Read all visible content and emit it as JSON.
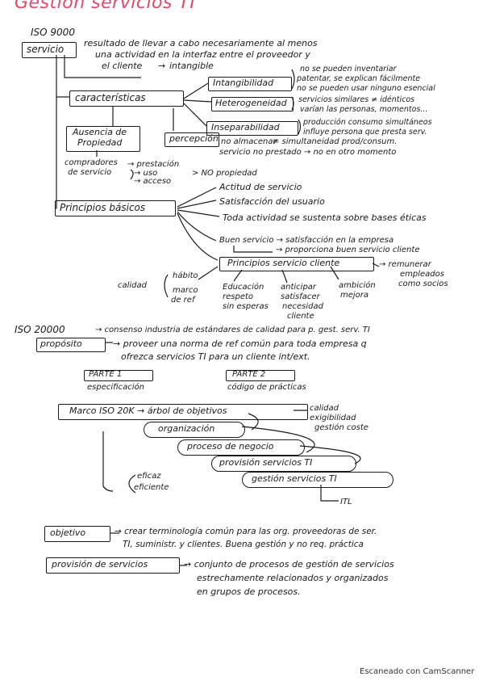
{
  "title": "Gestion servicios TI",
  "iso9000": {
    "heading": "ISO 9000",
    "servicio_label": "servicio",
    "def1": "resultado de llevar a cabo necesariamente al menos",
    "def2": "una actividad en la interfaz entre el proveedor y",
    "def3": "el cliente",
    "intangible": "intangible",
    "caracteristicas": "características",
    "intangibilidad": "Intangibilidad",
    "intang_note1": "no se pueden inventariar",
    "intang_note2": "patentar, se explican fácilmente",
    "intang_note3": "no se pueden usar ninguno esencial",
    "heterogeneidad": "Heterogeneidad",
    "hetero_note1": "servicios similares ≠ idénticos",
    "hetero_note2": "varían las personas, momentos...",
    "inseparabilidad": "Inseparabilidad",
    "insep_note1": "producción consumo simultáneos",
    "insep_note2": "influye persona que presta serv.",
    "ausencia": "Ausencia de",
    "propiedad": "Propiedad",
    "perecibilidad": "percepción",
    "no_almacenar": "no almacenar",
    "simultaneidad": "≠ simultaneidad prod/consum.",
    "no_prestado": "servicio no prestado → no en otro momento",
    "comp1": "compradores",
    "comp2": "de servicio",
    "prest1": "→ prestación",
    "prest2": "→ uso",
    "prest3": "→ acceso",
    "no_propiedad": "> NO propiedad",
    "principios": "Principios básicos",
    "p1": "Actitud de servicio",
    "p2": "Satisfacción del usuario",
    "p3": "Toda actividad se sustenta sobre bases éticas",
    "p4": "Buen servicio → satisfacción en la empresa",
    "p4b": "→ proporciona buen servicio cliente",
    "p5": "Principios servicio cliente",
    "remunerar1": "→ remunerar",
    "remunerar2": "empleados",
    "remunerar3": "como socios",
    "habito": "hábito",
    "calidad": "calidad",
    "marco1": "marco",
    "marco2": "de ref",
    "educacion1": "Educación",
    "educacion2": "respeto",
    "educacion3": "sin esperas",
    "anticipar1": "anticipar",
    "anticipar2": "satisfacer",
    "anticipar3": "necesidad",
    "anticipar4": "cliente",
    "ambicion1": "ambición",
    "ambicion2": "mejora"
  },
  "iso20000": {
    "heading": "ISO 20000",
    "def": "→ consenso industria de estándares de calidad para p. gest. serv. TI",
    "proposito": "propósito",
    "prop1": "→ proveer una norma de ref común para toda empresa q",
    "prop2": "ofrezca servicios TI para un cliente int/ext.",
    "parte1": "PARTE 1",
    "parte1_sub": "especificación",
    "parte2": "PARTE 2",
    "parte2_sub": "código de prácticas",
    "marco": "Marco ISO 20K → árbol de objetivos",
    "calidad": "calidad",
    "exigibilidad": "exigibilidad",
    "gestion_coste": "gestión coste",
    "organizacion": "organización",
    "proceso": "proceso de negocio",
    "provision": "provisión servicios TI",
    "gestion": "gestión servicios TI",
    "eficaz": "eficaz",
    "eficiente": "eficiente",
    "itl": "ITL",
    "objetivo": "objetivo",
    "obj1": "→ crear terminología común para las org. proveedoras de ser.",
    "obj2": "TI, suministr. y clientes. Buena gestión y no req. práctica",
    "provision_servicios": "provisión de servicios",
    "prov1": "→ conjunto de procesos de gestión de servicios",
    "prov2": "estrechamente relacionados y organizados",
    "prov3": "en grupos de procesos."
  },
  "footer": "Escaneado con CamScanner",
  "colors": {
    "title": "#e04a6a",
    "ink": "#1a1a1a"
  }
}
